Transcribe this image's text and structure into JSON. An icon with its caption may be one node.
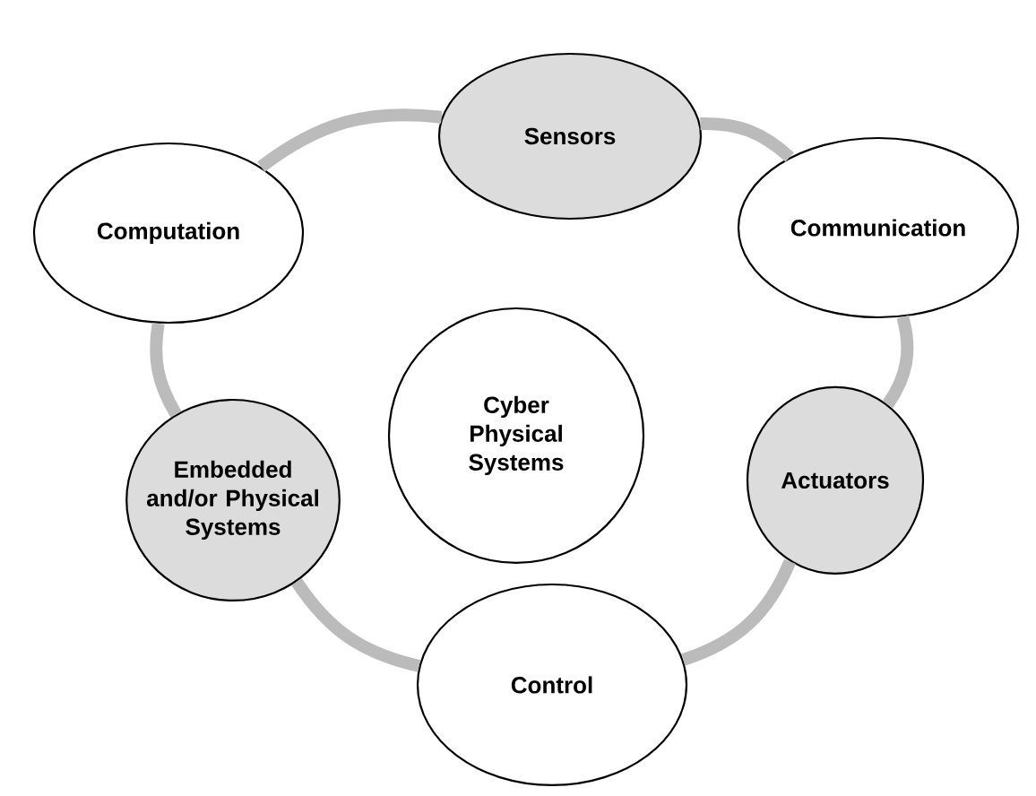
{
  "diagram": {
    "nodes": [
      {
        "text": [
          "Sensors"
        ]
      },
      {
        "text": [
          "Communication"
        ]
      },
      {
        "text": [
          "Actuators"
        ]
      },
      {
        "text": [
          "Control"
        ]
      },
      {
        "text": [
          "Embedded and/or Physical Systems"
        ]
      },
      {
        "text": [
          "Computation"
        ]
      },
      {
        "text": [
          "Cyber Physical Systems"
        ]
      }
    ],
    "edges": [
      {
        "from": 0,
        "to": 1,
        "arrow": "none"
      },
      {
        "from": 1,
        "to": 2,
        "arrow": "none"
      },
      {
        "from": 2,
        "to": 3,
        "arrow": "none"
      },
      {
        "from": 3,
        "to": 4,
        "arrow": "none"
      },
      {
        "from": 4,
        "to": 5,
        "arrow": "none"
      },
      {
        "from": 5,
        "to": 0,
        "arrow": "none"
      }
    ]
  }
}
